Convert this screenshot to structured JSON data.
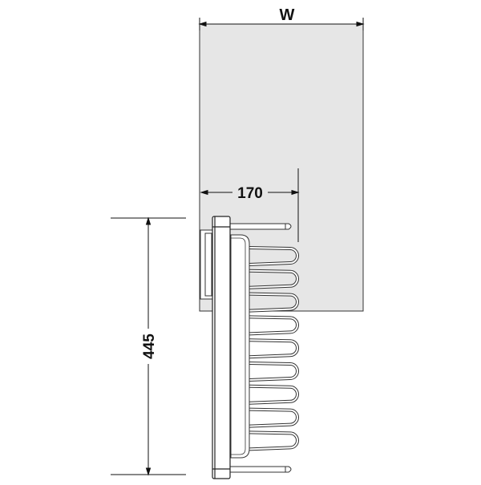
{
  "dimensions": {
    "width_label": "W",
    "depth_label": "170",
    "height_label": "445"
  },
  "drawing": {
    "hook_count": 9,
    "colors": {
      "cabinet_fill": "#e6e6e6",
      "line": "#222222",
      "unit_fill": "#ffffff"
    }
  }
}
